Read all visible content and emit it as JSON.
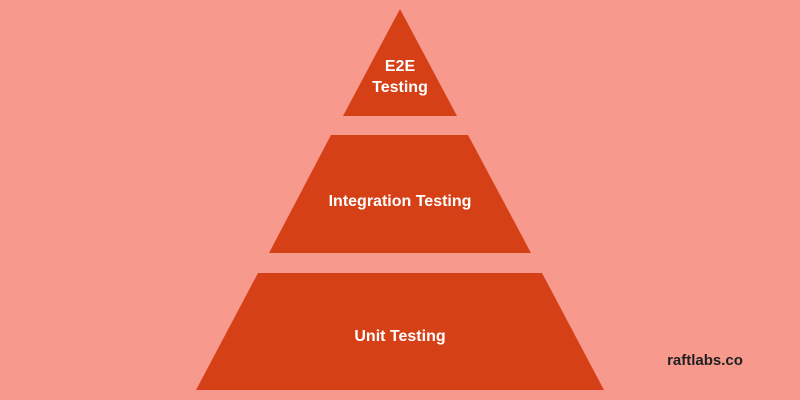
{
  "diagram": {
    "background_color": "#F79A8D",
    "tier_color": "#D64016",
    "label_color": "#FFFFFF",
    "tiers": [
      {
        "label_lines": [
          "E2E",
          "Testing"
        ]
      },
      {
        "label_lines": [
          "Integration Testing"
        ]
      },
      {
        "label_lines": [
          "Unit Testing"
        ]
      }
    ]
  },
  "brand": {
    "text": "raftlabs.co",
    "color": "#1F1F1F"
  }
}
